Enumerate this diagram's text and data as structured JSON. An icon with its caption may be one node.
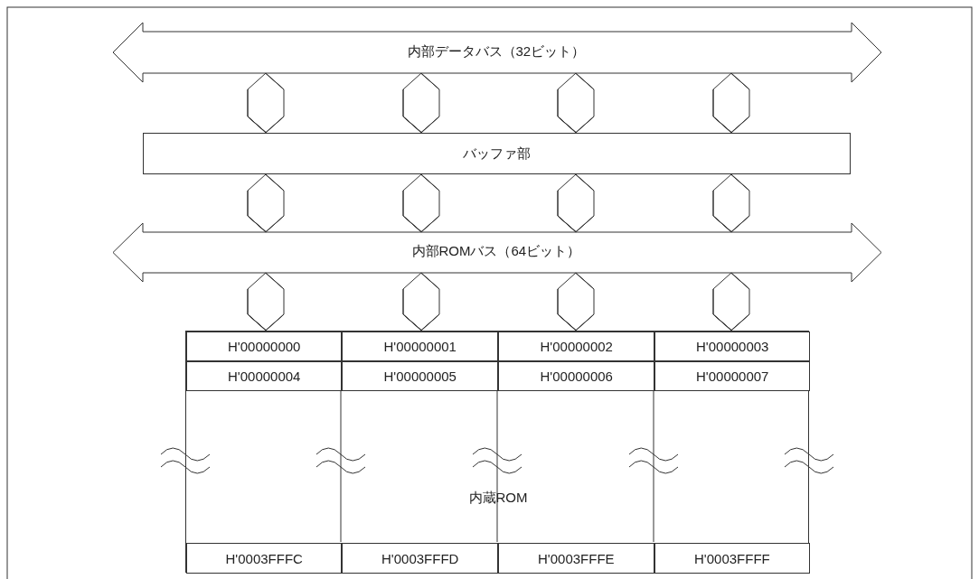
{
  "diagram": {
    "nodes": [
      {
        "text": [
          "内部データバス（32ビット）"
        ]
      },
      {
        "text": [
          "バッファ部"
        ]
      },
      {
        "text": [
          "内部ROMバス（64ビット）"
        ]
      },
      {
        "text": [
          "内蔵ROM"
        ]
      },
      {
        "text": [
          "H'00000000"
        ],
        "in": 3
      },
      {
        "text": [
          "H'00000001"
        ],
        "in": 3
      },
      {
        "text": [
          "H'00000002"
        ],
        "in": 3
      },
      {
        "text": [
          "H'00000003"
        ],
        "in": 3
      },
      {
        "text": [
          "H'00000004"
        ],
        "in": 3
      },
      {
        "text": [
          "H'00000005"
        ],
        "in": 3
      },
      {
        "text": [
          "H'00000006"
        ],
        "in": 3
      },
      {
        "text": [
          "H'00000007"
        ],
        "in": 3
      },
      {
        "text": [
          "H'0003FFFC"
        ],
        "in": 3
      },
      {
        "text": [
          "H'0003FFFD"
        ],
        "in": 3
      },
      {
        "text": [
          "H'0003FFFE"
        ],
        "in": 3
      },
      {
        "text": [
          "H'0003FFFF"
        ],
        "in": 3
      }
    ],
    "edges": [
      {
        "from": 0,
        "to": 1,
        "arrow": "both"
      },
      {
        "from": 0,
        "to": 1,
        "arrow": "both"
      },
      {
        "from": 0,
        "to": 1,
        "arrow": "both"
      },
      {
        "from": 0,
        "to": 1,
        "arrow": "both"
      },
      {
        "from": 1,
        "to": 2,
        "arrow": "both"
      },
      {
        "from": 1,
        "to": 2,
        "arrow": "both"
      },
      {
        "from": 1,
        "to": 2,
        "arrow": "both"
      },
      {
        "from": 1,
        "to": 2,
        "arrow": "both"
      },
      {
        "from": 2,
        "to": 4,
        "arrow": "both"
      },
      {
        "from": 2,
        "to": 5,
        "arrow": "both"
      },
      {
        "from": 2,
        "to": 6,
        "arrow": "both"
      },
      {
        "from": 2,
        "to": 7,
        "arrow": "both"
      }
    ]
  }
}
